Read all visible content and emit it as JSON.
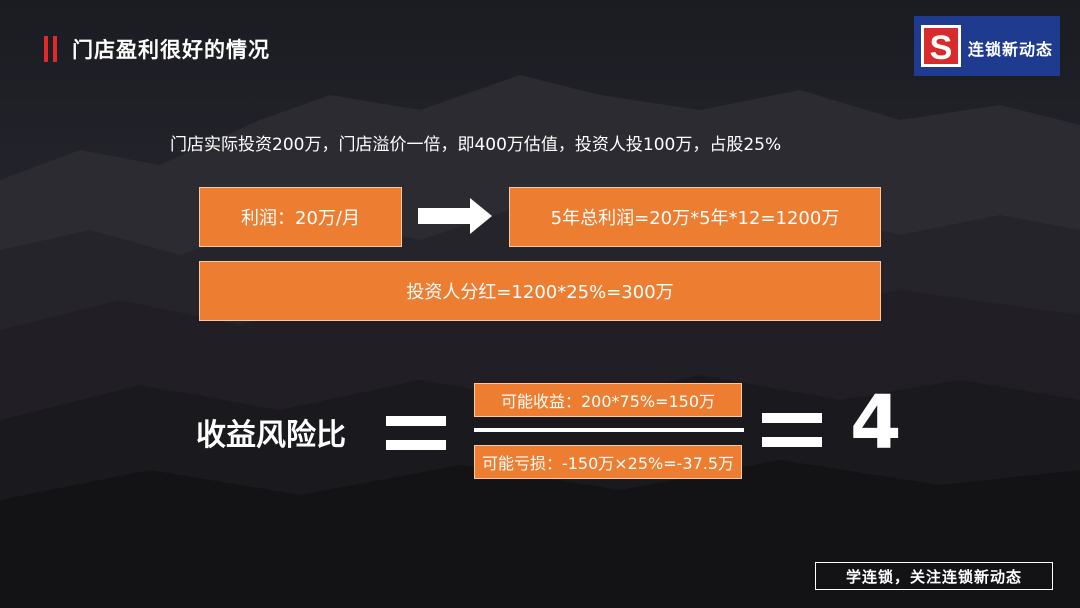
{
  "header": {
    "title": "门店盈利很好的情况",
    "logo_text": "连锁新动态",
    "logo_letter": "S"
  },
  "colors": {
    "accent": "#ed7d31",
    "title_bar": "#e02a2a",
    "logo_bg": "#1f3b8f"
  },
  "main": {
    "subtitle": "门店实际投资200万，门店溢价一倍，即400万估值，投资人投100万，占股25%",
    "profit_box": "利润：20万/月",
    "total_box": "5年总利润=20万*5年*12=1200万",
    "dividend_box": "投资人分红=1200*25%=300万"
  },
  "ratio": {
    "label": "收益风险比",
    "gain": "可能收益：200*75%=150万",
    "loss": "可能亏损：-150万×25%=-37.5万",
    "result": "4"
  },
  "footer": {
    "text": "学连锁，关注连锁新动态"
  }
}
